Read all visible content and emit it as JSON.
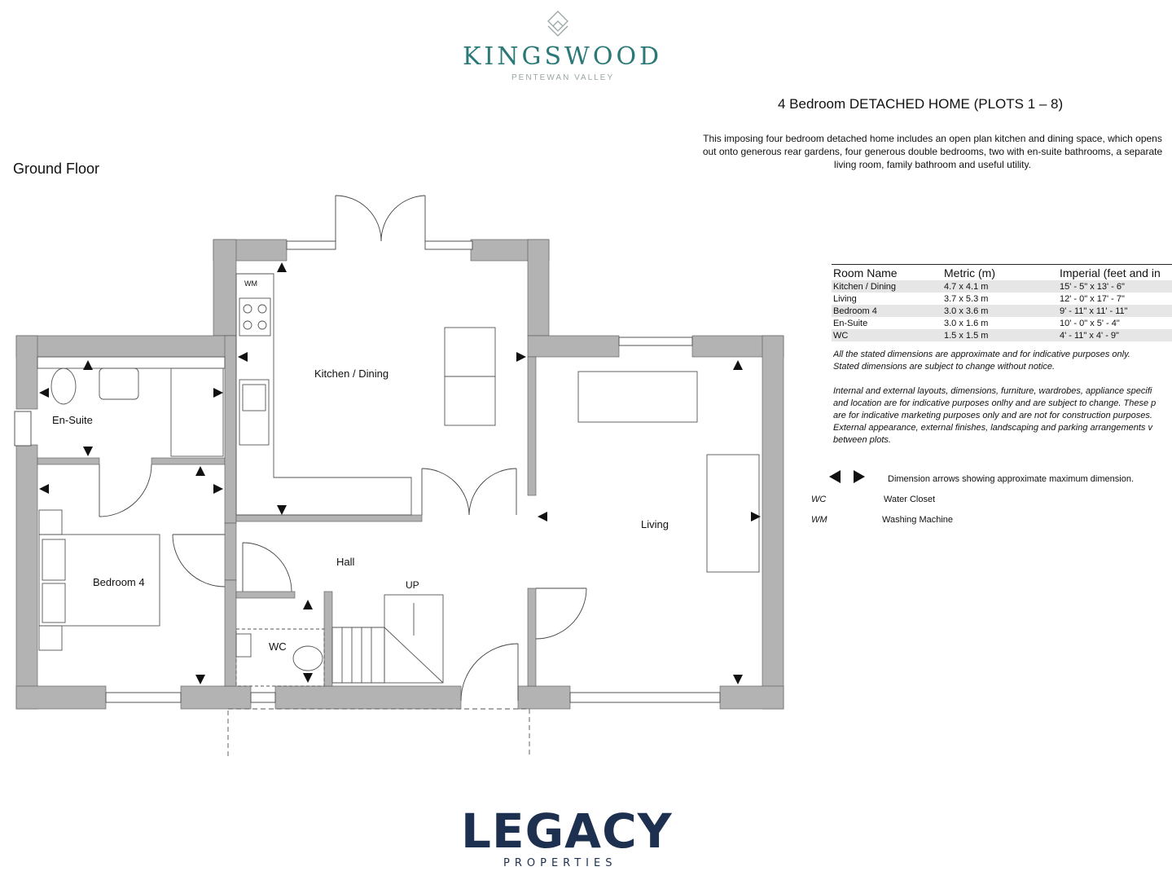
{
  "header": {
    "brand": "KINGSWOOD",
    "brand_sub": "PENTEWAN VALLEY",
    "title": "4 Bedroom DETACHED HOME (PLOTS 1 – 8)",
    "description": "This imposing four bedroom detached home includes an open plan kitchen and dining space, which opens out onto generous rear gardens, four generous double bedrooms, two with en-suite bathrooms, a separate living room, family bathroom and useful utility."
  },
  "floor_title": "Ground Floor",
  "plan_labels": {
    "kitchen": "Kitchen / Dining",
    "living": "Living",
    "ensuite": "En-Suite",
    "bedroom": "Bedroom 4",
    "hall": "Hall",
    "wc": "WC",
    "up": "UP",
    "wm": "WM"
  },
  "dimensions_table": {
    "headers": [
      "Room Name",
      "Metric (m)",
      "Imperial (feet and in"
    ],
    "rows": [
      [
        "Kitchen / Dining",
        "4.7 x 4.1 m",
        "15' - 5\" x 13' - 6\""
      ],
      [
        "Living",
        "3.7 x 5.3 m",
        "12' - 0\" x 17' - 7\""
      ],
      [
        "Bedroom 4",
        "3.0 x 3.6 m",
        "9' - 11\" x 11' - 11\""
      ],
      [
        "En-Suite",
        "3.0 x 1.6 m",
        "10' - 0\" x 5' - 4\""
      ],
      [
        "WC",
        "1.5 x 1.5 m",
        "4' - 11\" x 4' - 9\""
      ]
    ]
  },
  "notes": [
    "All the stated dimensions are approximate and for indicative purposes only.",
    "Stated dimensions are subject to change without notice.",
    "Internal and external layouts, dimensions, furniture, wardrobes, appliance specifi",
    "and location are for indicative purposes onlhy and are subject to change. These p",
    "are for indicative marketing purposes only and are not for construction purposes.",
    "External appearance, external finishes, landscaping and parking arrangements v",
    "between plots."
  ],
  "legend": {
    "arrows": "Dimension arrows showing approximate maximum dimension.",
    "wc_key": "WC",
    "wc_text": "Water Closet",
    "wm_key": "WM",
    "wm_text": "Washing Machine"
  },
  "footer": {
    "brand": "LEGACY",
    "brand_sub": "PROPERTIES"
  },
  "colors": {
    "brand_teal": "#2a7878",
    "wall_grey": "#b3b3b3",
    "legacy_navy": "#1e3050"
  }
}
